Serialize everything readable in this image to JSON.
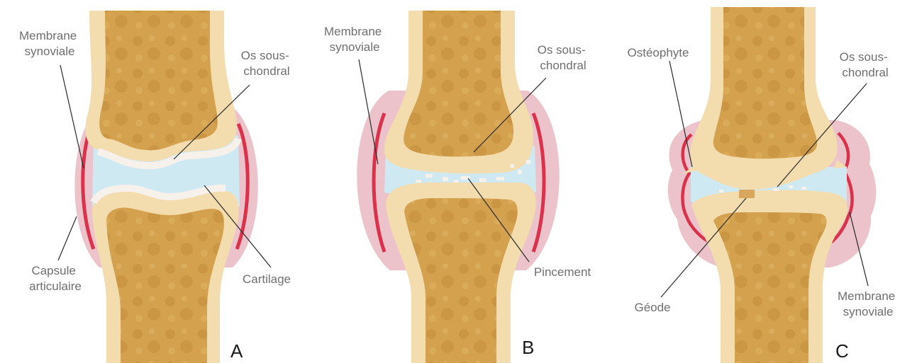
{
  "colors": {
    "marrow": "#d4a24e",
    "marrow_spot": "#c28e3c",
    "cortex": "#f3dcae",
    "cartilage": "#cfe9f2",
    "cartilage_edge": "#f7f1ec",
    "capsule": "#ecc3cb",
    "membrane": "#d9324a",
    "leader": "#2a2a2a",
    "label_text": "#6f6f6f"
  },
  "panels": [
    {
      "letter": "A",
      "labels": {
        "membrane_synoviale": [
          "Membrane",
          "synoviale"
        ],
        "os_sous_chondral": [
          "Os sous-",
          "chondral"
        ],
        "capsule_articulaire": [
          "Capsule",
          "articulaire"
        ],
        "cartilage": "Cartilage"
      }
    },
    {
      "letter": "B",
      "labels": {
        "membrane_synoviale": [
          "Membrane",
          "synoviale"
        ],
        "os_sous_chondral": [
          "Os sous-",
          "chondral"
        ],
        "pincement": "Pincement"
      }
    },
    {
      "letter": "C",
      "labels": {
        "osteophyte": "Ostéophyte",
        "os_sous_chondral": [
          "Os sous-",
          "chondral"
        ],
        "geode": "Géode",
        "membrane_synoviale": [
          "Membrane",
          "synoviale"
        ]
      }
    }
  ]
}
